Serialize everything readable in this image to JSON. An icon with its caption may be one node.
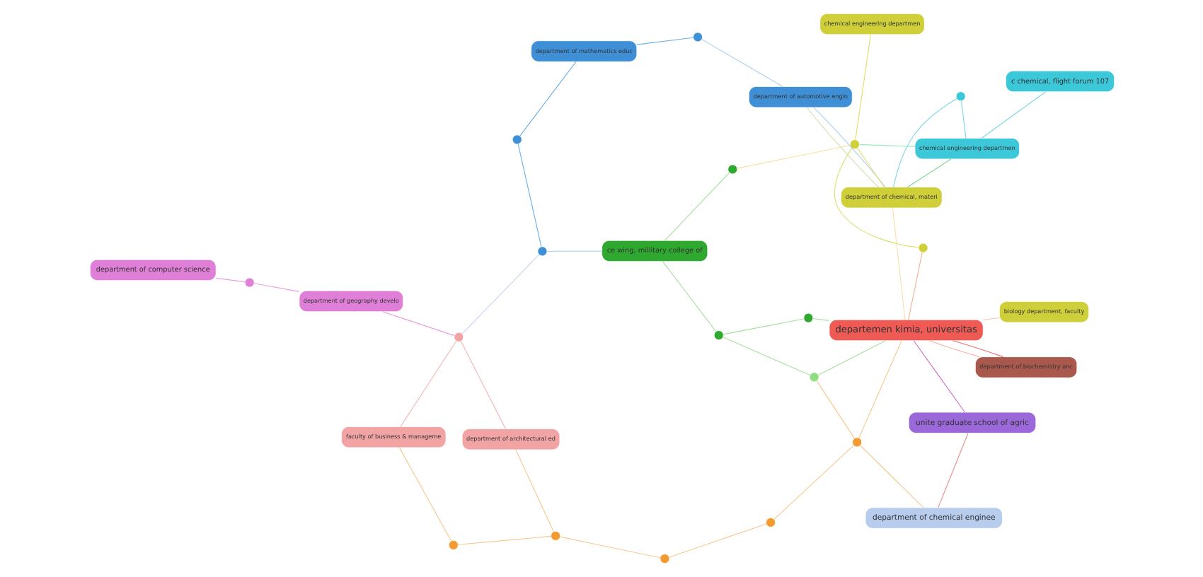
{
  "diagram": {
    "nodes": [
      {
        "text": [
          "department of computer science"
        ]
      },
      {
        "text": [],
        "shape": "circle"
      },
      {
        "text": [
          "department of geography develo"
        ]
      },
      {
        "text": [
          "faculty of business & manageme"
        ]
      },
      {
        "text": [],
        "shape": "circle"
      },
      {
        "text": [
          "department of architectural ed"
        ]
      },
      {
        "text": [],
        "shape": "circle"
      },
      {
        "text": [],
        "shape": "circle"
      },
      {
        "text": [],
        "shape": "circle"
      },
      {
        "text": [],
        "shape": "circle"
      },
      {
        "text": [
          "department of chemical enginee"
        ]
      },
      {
        "text": [],
        "shape": "circle"
      },
      {
        "text": [],
        "shape": "circle"
      },
      {
        "text": [
          "unite graduate school of agric"
        ]
      },
      {
        "text": [],
        "shape": "circle"
      },
      {
        "text": [
          "ce wing, millitary college of"
        ]
      },
      {
        "text": [],
        "shape": "circle"
      },
      {
        "text": [],
        "shape": "circle"
      },
      {
        "text": [],
        "shape": "circle"
      },
      {
        "text": [
          "departemen kimia, universitas"
        ]
      },
      {
        "text": [
          "biology department, faculty"
        ]
      },
      {
        "text": [],
        "shape": "circle"
      },
      {
        "text": [
          "department of mathematics educ"
        ]
      },
      {
        "text": [],
        "shape": "circle"
      },
      {
        "text": [
          "department of automotive engin"
        ]
      },
      {
        "text": [
          "chemical engineering departmen"
        ]
      },
      {
        "text": [],
        "shape": "circle"
      },
      {
        "text": [],
        "shape": "circle"
      },
      {
        "text": [
          "department of biochemistry anc"
        ]
      },
      {
        "text": [
          "department of chemical, materi"
        ]
      },
      {
        "text": [],
        "shape": "circle"
      },
      {
        "text": [
          "chemical engineering departmen"
        ]
      },
      {
        "text": [
          "c chemical, flight forum 107"
        ]
      }
    ],
    "edges": [
      {
        "from": 0,
        "to": 1,
        "arrow": "none",
        "color": "#e8a0e0"
      },
      {
        "from": 1,
        "to": 2,
        "arrow": "none",
        "color": "#e8a0e0"
      },
      {
        "from": 2,
        "to": 4,
        "arrow": "none",
        "color": "#e8a0e0"
      },
      {
        "from": 3,
        "to": 4,
        "arrow": "none",
        "color": "#f4b8b8"
      },
      {
        "from": 4,
        "to": 5,
        "arrow": "none",
        "color": "#f4b8b8"
      },
      {
        "from": 4,
        "to": 17,
        "arrow": "none",
        "color": "#c8d4f0"
      },
      {
        "from": 3,
        "to": 6,
        "arrow": "none",
        "color": "#f8c890"
      },
      {
        "from": 5,
        "to": 7,
        "arrow": "none",
        "color": "#f8c890"
      },
      {
        "from": 6,
        "to": 7,
        "arrow": "none",
        "color": "#f8c890"
      },
      {
        "from": 7,
        "to": 8,
        "arrow": "none",
        "color": "#f8c890"
      },
      {
        "from": 8,
        "to": 9,
        "arrow": "none",
        "color": "#f8c890"
      },
      {
        "from": 9,
        "to": 11,
        "arrow": "none",
        "color": "#f8c890"
      },
      {
        "from": 10,
        "to": 11,
        "arrow": "none",
        "color": "#f8c890"
      },
      {
        "from": 11,
        "to": 12,
        "arrow": "none",
        "color": "#f8c890"
      },
      {
        "from": 11,
        "to": 19,
        "arrow": "none",
        "color": "#f8c890"
      },
      {
        "from": 10,
        "to": 13,
        "arrow": "none",
        "color": "#e89090"
      },
      {
        "from": 13,
        "to": 19,
        "arrow": "none",
        "color": "#d070c8"
      },
      {
        "from": 12,
        "to": 14,
        "arrow": "none",
        "color": "#a8e0a0"
      },
      {
        "from": 12,
        "to": 19,
        "arrow": "none",
        "color": "#a8e0a0"
      },
      {
        "from": 14,
        "to": 15,
        "arrow": "none",
        "color": "#a8e0a0"
      },
      {
        "from": 14,
        "to": 18,
        "arrow": "none",
        "color": "#a8e0a0"
      },
      {
        "from": 15,
        "to": 16,
        "arrow": "none",
        "color": "#a8e0a0"
      },
      {
        "from": 15,
        "to": 17,
        "arrow": "none",
        "color": "#b0d8f0"
      },
      {
        "from": 18,
        "to": 19,
        "arrow": "none",
        "color": "#a8e0a0"
      },
      {
        "from": 19,
        "to": 20,
        "arrow": "none",
        "color": "#f8c0a8"
      },
      {
        "from": 19,
        "to": 28,
        "arrow": "none",
        "color": "#e87070"
      },
      {
        "from": 19,
        "to": 28,
        "arrow": "none",
        "color": "#f8b0a0"
      },
      {
        "from": 16,
        "to": 26,
        "arrow": "none",
        "color": "#f8e0a0"
      },
      {
        "from": 19,
        "to": 27,
        "arrow": "none",
        "color": "#f8b090"
      },
      {
        "from": 17,
        "to": 21,
        "arrow": "none",
        "color": "#70b0e8"
      },
      {
        "from": 21,
        "to": 22,
        "arrow": "none",
        "color": "#70b0e8"
      },
      {
        "from": 22,
        "to": 23,
        "arrow": "none",
        "color": "#70b0e8"
      },
      {
        "from": 23,
        "to": 24,
        "arrow": "none",
        "color": "#b0d0f0"
      },
      {
        "from": 24,
        "to": 29,
        "arrow": "none",
        "color": "#b0d0f0"
      },
      {
        "from": 24,
        "to": 29,
        "arrow": "none",
        "color": "#d0e0b0"
      },
      {
        "from": 25,
        "to": 26,
        "arrow": "none",
        "color": "#e0e070"
      },
      {
        "from": 26,
        "to": 27,
        "arrow": "none",
        "color": "#e0e070"
      },
      {
        "from": 26,
        "to": 29,
        "arrow": "none",
        "color": "#e0e070"
      },
      {
        "from": 19,
        "to": 29,
        "arrow": "none",
        "color": "#f8e0b0"
      },
      {
        "from": 29,
        "to": 30,
        "arrow": "none",
        "color": "#80d8e0"
      },
      {
        "from": 29,
        "to": 31,
        "arrow": "none",
        "color": "#80d890"
      },
      {
        "from": 30,
        "to": 31,
        "arrow": "none",
        "color": "#80d8e0"
      },
      {
        "from": 31,
        "to": 32,
        "arrow": "none",
        "color": "#80d8e0"
      },
      {
        "from": 26,
        "to": 31,
        "arrow": "none",
        "color": "#a0e8c0"
      }
    ]
  }
}
